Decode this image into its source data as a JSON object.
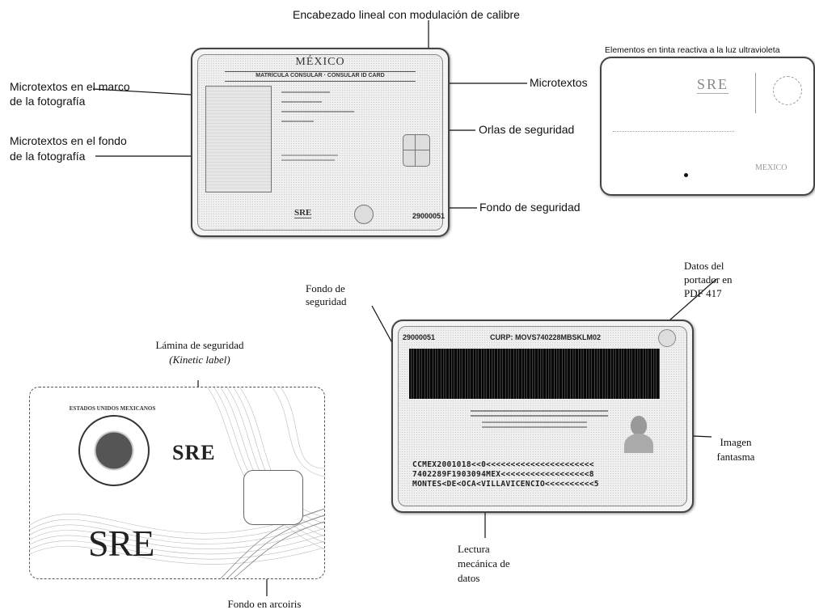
{
  "labels": {
    "encabezado": "Encabezado lineal con modulación de calibre",
    "microtextos": "Microtextos",
    "orlas": "Orlas de seguridad",
    "fondo_seguridad": "Fondo de seguridad",
    "marco_foto_1": "Microtextos en el marco",
    "marco_foto_2": "de la fotografía",
    "fondo_foto_1": "Microtextos en el fondo",
    "fondo_foto_2": "de la fotografía",
    "tinta_uv": "Elementos en tinta reactiva a la luz ultravioleta",
    "datos_portador_1": "Datos del",
    "datos_portador_2": "portador en",
    "datos_portador_3": "PDF 417",
    "fondo_seguridad_back_1": "Fondo de",
    "fondo_seguridad_back_2": "seguridad",
    "lamina_1": "Lámina de seguridad",
    "lamina_2": "(Kinetic label)",
    "imagen_fantasma_1": "Imagen",
    "imagen_fantasma_2": "fantasma",
    "lectura_1": "Lectura",
    "lectura_2": "mecánica de",
    "lectura_3": "datos",
    "fondo_arcoiris": "Fondo en arcoiris"
  },
  "front_card": {
    "country": "MÉXICO",
    "title": "MATRÍCULA CONSULAR · CONSULAR ID CARD",
    "sre": "SRE",
    "number": "29000051"
  },
  "uv_card": {
    "sre": "SRE",
    "mexico": "MEXICO"
  },
  "back_card": {
    "number": "29000051",
    "curp": "CURP: MOVS740228MBSKLM02",
    "mrz_line1": "CCMEX2001018<<0<<<<<<<<<<<<<<<<<<<<<<",
    "mrz_line2": "7402289F1903094MEX<<<<<<<<<<<<<<<<<<8",
    "mrz_line3": "MONTES<DE<OCA<VILLAVICENCIO<<<<<<<<<<5"
  },
  "hologram_card": {
    "sre_big": "SRE",
    "sre_small": "SRE",
    "seal_text": "ESTADOS UNIDOS MEXICANOS"
  }
}
